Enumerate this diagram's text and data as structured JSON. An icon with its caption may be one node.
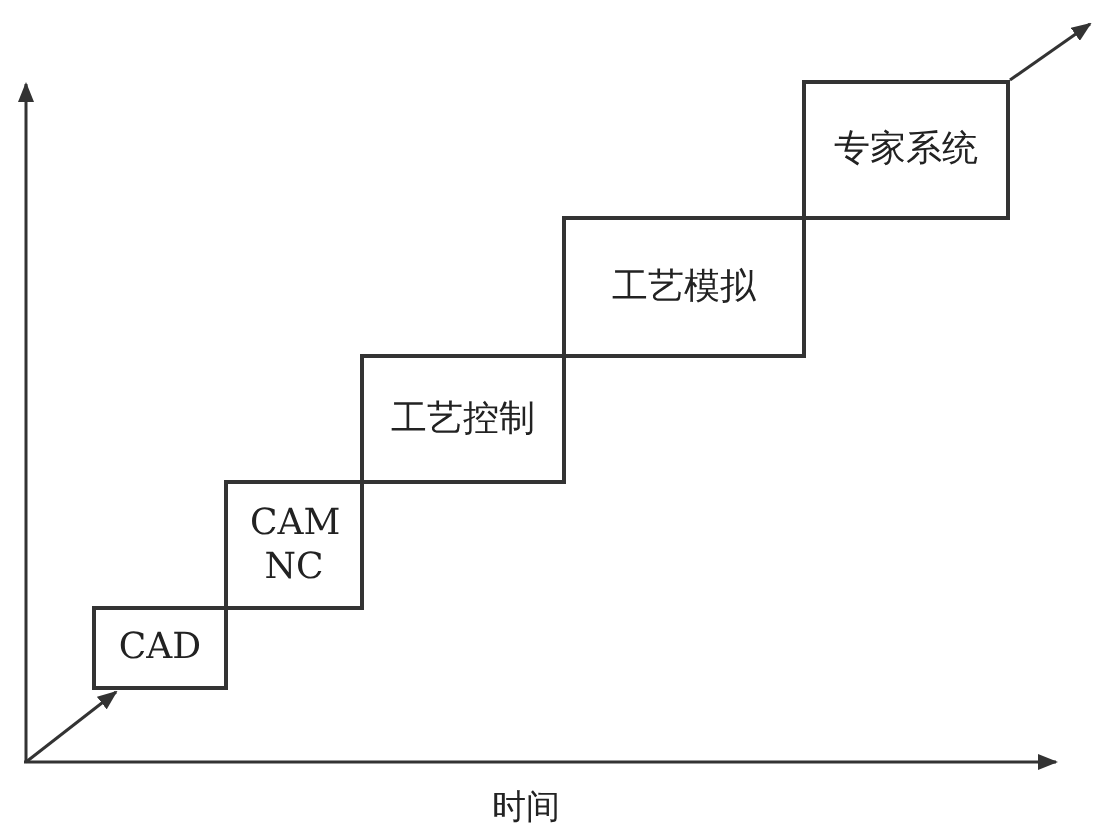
{
  "diagram": {
    "nodes": [
      {
        "text": [
          "CAD"
        ]
      },
      {
        "text": [
          "CAM NC"
        ]
      },
      {
        "text": [
          "工艺控制"
        ]
      },
      {
        "text": [
          "工艺模拟"
        ]
      },
      {
        "text": [
          "专家系统"
        ]
      }
    ],
    "edges": [
      {
        "from": null,
        "to": 0,
        "arrow": "to"
      },
      {
        "from": 4,
        "to": null,
        "arrow": "to"
      }
    ],
    "labels": [
      "时间"
    ]
  }
}
